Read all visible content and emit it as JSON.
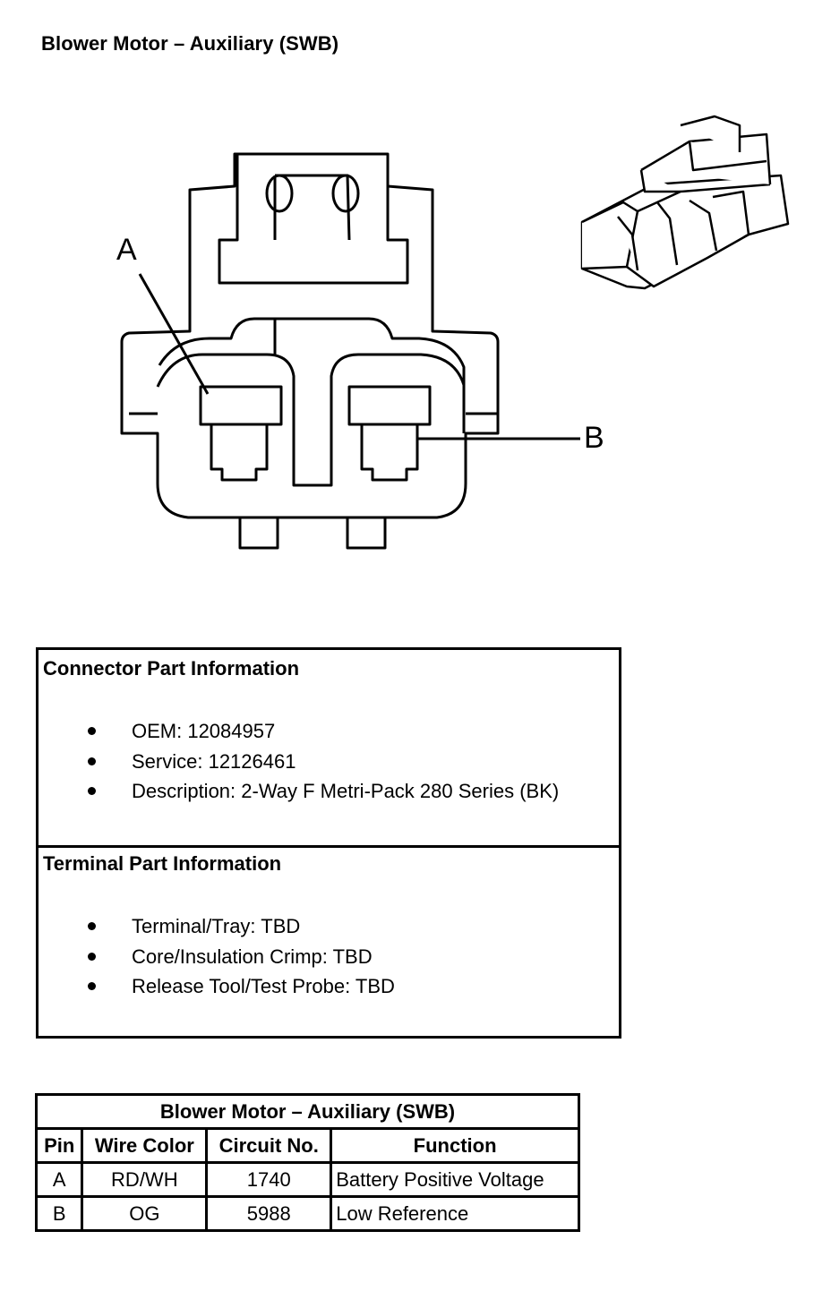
{
  "title": "Blower Motor – Auxiliary (SWB)",
  "diagram": {
    "pin_a_label": "A",
    "pin_b_label": "B"
  },
  "connector_info": {
    "heading": "Connector Part Information",
    "items": [
      "OEM: 12084957",
      "Service: 12126461",
      "Description: 2-Way F Metri-Pack 280 Series (BK)"
    ]
  },
  "terminal_info": {
    "heading": "Terminal Part Information",
    "items": [
      "Terminal/Tray: TBD",
      "Core/Insulation Crimp: TBD",
      "Release Tool/Test Probe: TBD"
    ]
  },
  "pin_table": {
    "title": "Blower Motor – Auxiliary (SWB)",
    "headers": [
      "Pin",
      "Wire Color",
      "Circuit No.",
      "Function"
    ],
    "rows": [
      [
        "A",
        "RD/WH",
        "1740",
        "Battery Positive Voltage"
      ],
      [
        "B",
        "OG",
        "5988",
        "Low Reference"
      ]
    ]
  }
}
